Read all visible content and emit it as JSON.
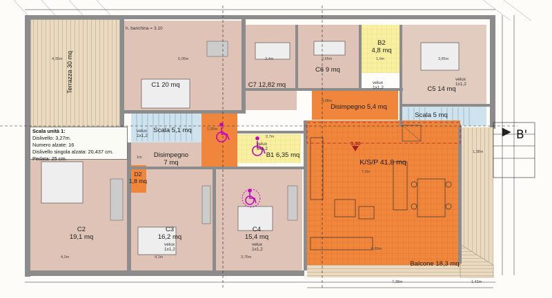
{
  "plan": {
    "info": {
      "title": "Scala unità 1:",
      "rows": [
        "Dislivello: 3,27m.",
        "Numero alzate: 16",
        "Dislivello singola alzata: 20,437 cm.",
        "Pedata: 25 cm."
      ]
    },
    "notes": {
      "banchina": "h. banchina = 3,10",
      "level": "3,30",
      "section": "B'"
    },
    "terrace_label": "Terrazza 30 mq",
    "rooms": [
      {
        "id": "c1",
        "name": "C1",
        "area": "20 mq"
      },
      {
        "id": "c7",
        "name": "C7",
        "area": "12,82 mq"
      },
      {
        "id": "c6",
        "name": "C6",
        "area": "9 mq"
      },
      {
        "id": "b2",
        "name": "B2",
        "area": "4,8 mq"
      },
      {
        "id": "c5",
        "name": "C5",
        "area": "14 mq"
      },
      {
        "id": "scala-sx",
        "name": "Scala",
        "area": "5,1 mq"
      },
      {
        "id": "disimpegno-alto",
        "name": "Disimpegno",
        "area": "5,4 mq"
      },
      {
        "id": "scala-dx",
        "name": "Scala",
        "area": "5 mq"
      },
      {
        "id": "disimpegno-sx",
        "name": "Disimpegno",
        "area": "7 mq"
      },
      {
        "id": "b1",
        "name": "B1",
        "area": "6,35 mq"
      },
      {
        "id": "ksp",
        "name": "K/S/P",
        "area": "41,8 mq"
      },
      {
        "id": "d2",
        "name": "D2",
        "area": "1,8 mq"
      },
      {
        "id": "c2",
        "name": "C2",
        "area": "19,1 mq"
      },
      {
        "id": "c3",
        "name": "C3",
        "area": "16,2 mq"
      },
      {
        "id": "c4",
        "name": "C4",
        "area": "15,4 mq"
      },
      {
        "id": "balcone",
        "name": "Balcone",
        "area": "18,3 mq"
      }
    ],
    "skylights": [
      {
        "id": "velux-c5",
        "label": "velux",
        "size": "1x1,2"
      },
      {
        "id": "velux-dis",
        "label": "velux",
        "size": "1x1,2"
      },
      {
        "id": "velux-scala",
        "label": "velux",
        "size": "1x1,2"
      },
      {
        "id": "velux-b1",
        "label": "velux",
        "size": "1x1,2"
      },
      {
        "id": "velux-c3",
        "label": "velux",
        "size": "1x1,2"
      },
      {
        "id": "velux-c4",
        "label": "velux",
        "size": "1x1,2"
      }
    ],
    "dimensions": {
      "terrace_width": "4,35m",
      "c1_width": "5,05m",
      "c7_width": "2,4m",
      "c6_width": "2,65m",
      "b2_width": "1,9m",
      "c5_width": "3,85m",
      "dis_width": "4,08m",
      "scala_width": "1,55m",
      "b1_width": "2,7m",
      "ksp_width": "7,3m",
      "d2_width": "1m",
      "c2_width": "4,2m",
      "c3_width": "4,1m",
      "c4_width": "3,75m",
      "balcone_width": "8,65m",
      "bottom_total": "7,38m",
      "bottom_right": "1,42m",
      "right_strip": "1,38m"
    },
    "colors": {
      "room_fill": "#dec3b6",
      "room_fill_c5": "#e2cbbf",
      "wall": "#8c8c8c",
      "orange": "#f0863c",
      "yellow": "#f8f0a0",
      "stair_fill": "#cfe3ee",
      "terrace_wood": "#e8dbc1",
      "wood_line": "#b38a55",
      "wheelchair": "#c400c4",
      "dim_line": "#222222",
      "red_dash": "#c02020"
    }
  }
}
